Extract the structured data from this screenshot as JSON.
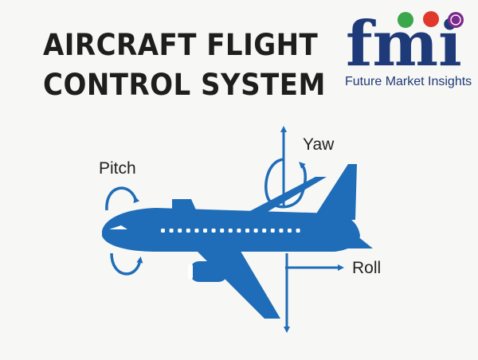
{
  "title": {
    "line1": "AIRCRAFT FLIGHT",
    "line2": "CONTROL SYSTEM"
  },
  "logo": {
    "mark": "fmi",
    "company": "Future Market Insights",
    "colors": {
      "navy": "#1f3a78",
      "green": "#3aa84a",
      "red": "#e0392b",
      "purple": "#7b2a8c"
    }
  },
  "diagram": {
    "labels": {
      "pitch": "Pitch",
      "yaw": "Yaw",
      "roll": "Roll"
    },
    "colors": {
      "aircraft": "#1f6cb8",
      "text": "#222222"
    },
    "icons": [
      "aircraft-icon",
      "pitch-arrow-icon",
      "yaw-arrow-icon",
      "roll-arrow-icon"
    ]
  }
}
